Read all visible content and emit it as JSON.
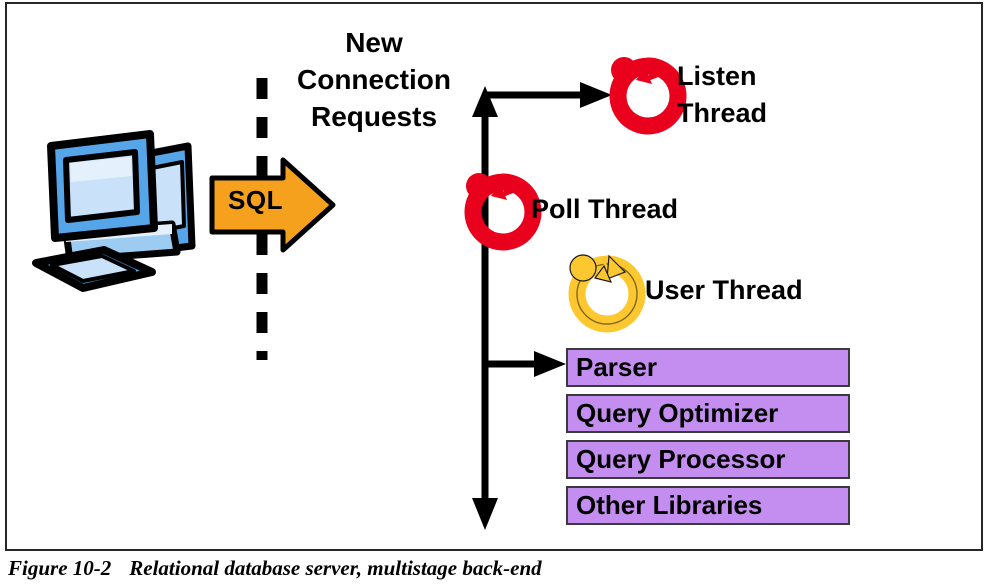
{
  "figure": {
    "caption_number": "Figure 10-2",
    "caption_text": "Relational database server, multistage back-end"
  },
  "diagram": {
    "title_lines": [
      "New",
      "Connection",
      "Requests"
    ],
    "sql_arrow_label": "SQL",
    "client": {
      "name": "desktop-computer",
      "body_color": "#55a5e8",
      "screen_color": "#c9e1f9",
      "outline_color": "#000000"
    },
    "separator": {
      "name": "trust-boundary-dashed-line",
      "style": "dashed",
      "color": "#000000"
    },
    "threads": [
      {
        "id": "listen-thread",
        "label": "Listen Thread",
        "label_lines": [
          "Listen",
          "Thread"
        ],
        "icon": "circular-arrow-thread-icon",
        "color": "#e8001c"
      },
      {
        "id": "poll-thread",
        "label": "Poll Thread",
        "label_lines": [
          "Poll Thread"
        ],
        "icon": "circular-arrow-thread-icon",
        "color": "#e8001c"
      },
      {
        "id": "user-thread",
        "label": "User Thread",
        "label_lines": [
          "User Thread"
        ],
        "icon": "circular-arrow-thread-icon",
        "color": "#fdc82f"
      }
    ],
    "components": [
      {
        "id": "parser",
        "label": "Parser"
      },
      {
        "id": "query-optimizer",
        "label": "Query Optimizer"
      },
      {
        "id": "query-processor",
        "label": "Query Processor"
      },
      {
        "id": "other-libraries",
        "label": "Other Libraries"
      }
    ],
    "component_box_color": "#c48ef0",
    "sql_arrow_color": "#f5a11e",
    "arrows": [
      {
        "id": "spine-arrow",
        "direction": "vertical-both-ends"
      },
      {
        "id": "arrow-to-listen-thread",
        "direction": "right"
      },
      {
        "id": "arrow-to-parser",
        "direction": "right"
      }
    ]
  }
}
